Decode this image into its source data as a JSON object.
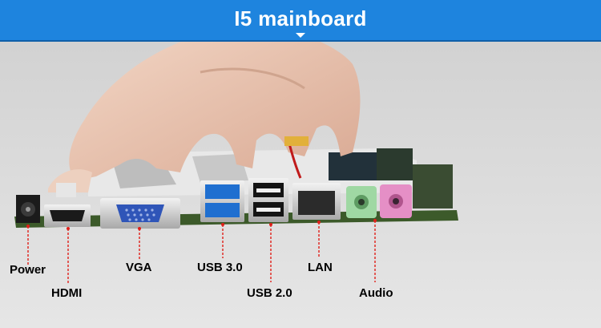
{
  "banner": {
    "title": "I5 mainboard"
  },
  "labels": {
    "power": "Power",
    "hdmi": "HDMI",
    "vga": "VGA",
    "usb3": "USB 3.0",
    "usb2": "USB 2.0",
    "lan": "LAN",
    "audio": "Audio"
  },
  "colors": {
    "banner": "#1e84de",
    "pointer": "#e0201a",
    "board": "#3c5a2a",
    "usb3": "#1f6fd0",
    "audio_green": "#9fd8a3",
    "audio_pink": "#e58fc6"
  }
}
